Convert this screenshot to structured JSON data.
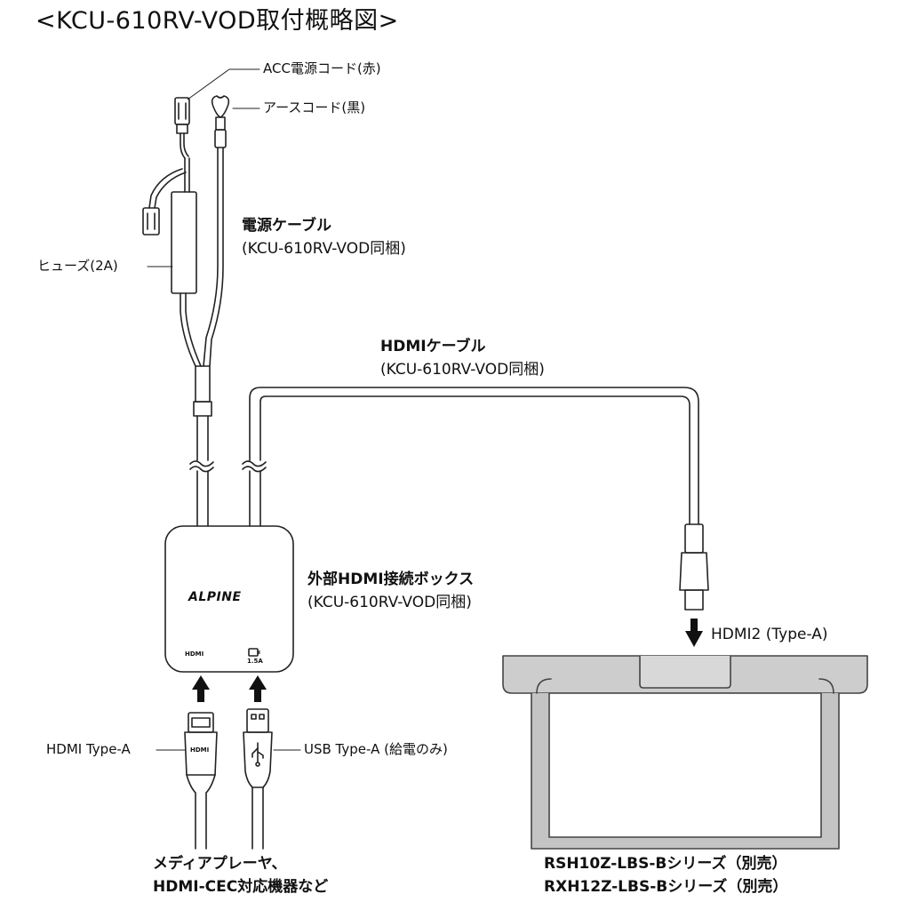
{
  "title": "<KCU-610RV-VOD取付概略図>",
  "labels": {
    "acc_cord": "ACC電源コード(赤)",
    "ground_cord": "アースコード(黒)",
    "power_cable": "電源ケーブル",
    "power_cable_note": "(KCU-610RV-VOD同梱)",
    "fuse": "ヒューズ(2A)",
    "hdmi_cable": "HDMIケーブル",
    "hdmi_cable_note": "(KCU-610RV-VOD同梱)",
    "box": "外部HDMI接続ボックス",
    "box_note": "(KCU-610RV-VOD同梱)",
    "brand": "ALPINE",
    "port_hdmi": "HDMI",
    "port_usb": "1.5A",
    "hdmi_type_a": "HDMI Type-A",
    "usb_type_a": "USB Type-A (給電のみ)",
    "hdmi2": "HDMI2 (Type-A)",
    "media_player_1": "メディアプレーヤ、",
    "media_player_2": "HDMI-CEC対応機器など",
    "monitor_1": "RSH10Z-LBS-Bシリーズ（別売）",
    "monitor_2": "RXH12Z-LBS-Bシリーズ（別売）"
  },
  "colors": {
    "line": "#222222",
    "monitor_frame": "#c9c9c9",
    "monitor_outline": "#444444",
    "arrow": "#111111"
  }
}
